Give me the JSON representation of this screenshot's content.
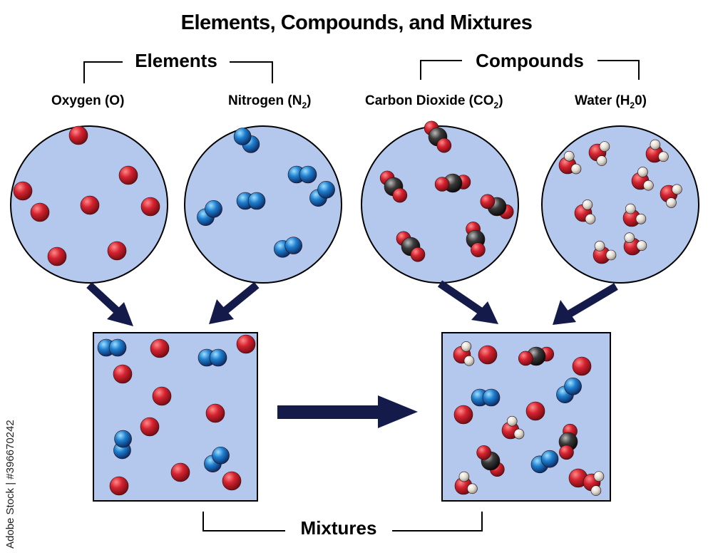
{
  "title": "Elements, Compounds, and Mixtures",
  "groups": {
    "elements": "Elements",
    "compounds": "Compounds",
    "mixtures": "Mixtures"
  },
  "substances": {
    "oxygen": {
      "name": "Oxygen (O)"
    },
    "nitrogen": {
      "name": "Nitrogen (N",
      "sub": "2",
      "close": ")"
    },
    "carbon_dioxide": {
      "name": "Carbon Dioxide (CO",
      "sub": "2",
      "close": ")"
    },
    "water": {
      "name": "Water (H",
      "sub": "2",
      "close": "0)"
    }
  },
  "watermark": "Adobe Stock | #396670242",
  "colors": {
    "container_fill": "#b4c8ee",
    "oxygen_atom": "#cc1f2b",
    "nitrogen_atom": "#1b78c4",
    "carbon_atom": "#333333",
    "hydrogen_atom": "#e8e4da",
    "arrow": "#141a4a"
  }
}
